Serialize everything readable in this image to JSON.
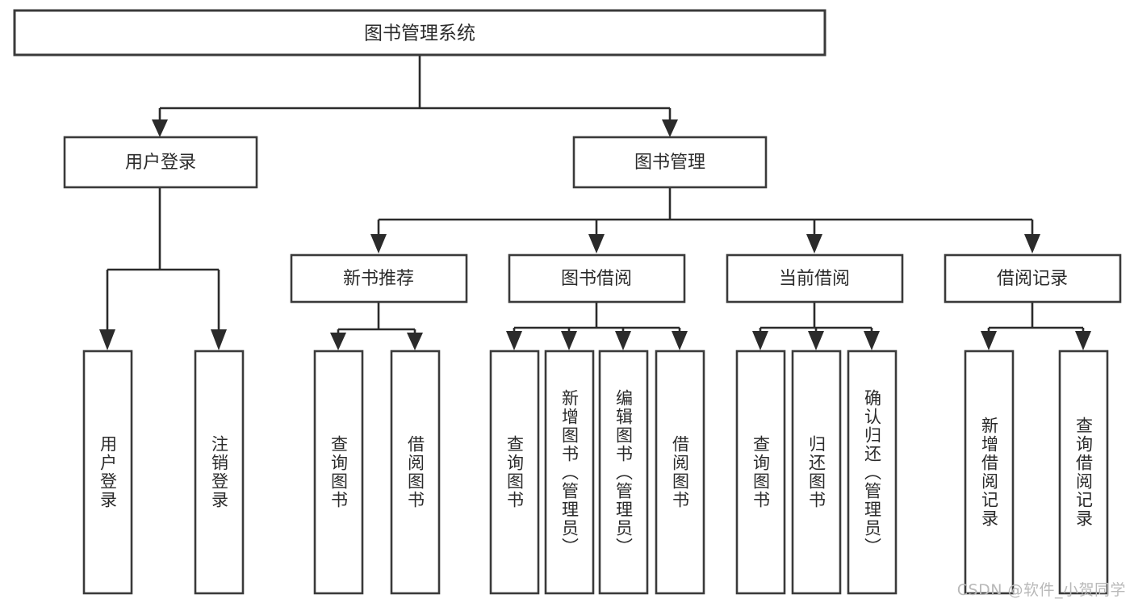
{
  "diagram": {
    "type": "tree",
    "title": "图书管理系统",
    "orientation": "top-down",
    "background_color": "#ffffff",
    "line_color": "#2b2b2b",
    "box_fill": "#ffffff",
    "box_stroke": "#3a3a3a",
    "text_color": "#2b2b2b"
  },
  "nodes": {
    "root": {
      "label": "图书管理系统"
    },
    "level2": [
      {
        "id": "user-login",
        "label": "用户登录"
      },
      {
        "id": "book-management",
        "label": "图书管理"
      }
    ],
    "level3": [
      {
        "id": "new-book-recommend",
        "label": "新书推荐"
      },
      {
        "id": "book-borrow",
        "label": "图书借阅"
      },
      {
        "id": "current-borrow",
        "label": "当前借阅"
      },
      {
        "id": "borrow-record",
        "label": "借阅记录"
      }
    ],
    "leaves": {
      "user-login": [
        {
          "id": "leaf-user-login",
          "label": "用户登录"
        },
        {
          "id": "leaf-logout",
          "label": "注销登录"
        }
      ],
      "new-book-recommend": [
        {
          "id": "leaf-query-book-1",
          "label": "查询图书"
        },
        {
          "id": "leaf-borrow-book-1",
          "label": "借阅图书"
        }
      ],
      "book-borrow": [
        {
          "id": "leaf-query-book-2",
          "label": "查询图书"
        },
        {
          "id": "leaf-add-book",
          "label": "新增图书（管理员）"
        },
        {
          "id": "leaf-edit-book",
          "label": "编辑图书（管理员）"
        },
        {
          "id": "leaf-borrow-book-2",
          "label": "借阅图书"
        }
      ],
      "current-borrow": [
        {
          "id": "leaf-query-book-3",
          "label": "查询图书"
        },
        {
          "id": "leaf-return-book",
          "label": "归还图书"
        },
        {
          "id": "leaf-confirm-return",
          "label": "确认归还（管理员）"
        }
      ],
      "borrow-record": [
        {
          "id": "leaf-add-record",
          "label": "新增借阅记录"
        },
        {
          "id": "leaf-query-record",
          "label": "查询借阅记录"
        }
      ]
    }
  },
  "watermark": {
    "text": "CSDN @软件_小贺同学"
  }
}
